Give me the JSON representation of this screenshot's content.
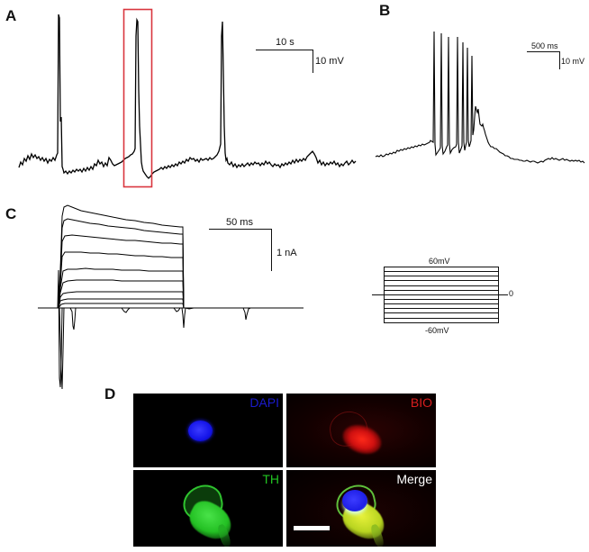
{
  "panels": {
    "A": {
      "label": "A",
      "scale_bar": {
        "time": "10 s",
        "voltage": "10 mV"
      },
      "highlight_box_color": "#d9363e",
      "trace": "spontaneous action potentials, 3 spikes"
    },
    "B": {
      "label": "B",
      "scale_bar": {
        "time": "500 ms",
        "voltage": "10 mV"
      },
      "trace": "burst of 7 spikes followed by plateau"
    },
    "C": {
      "label": "C",
      "scale_bar": {
        "time": "50 ms",
        "current": "1 nA"
      },
      "protocol": {
        "top": "60mV",
        "bottom": "-60mV",
        "holding": "0"
      }
    },
    "D": {
      "label": "D",
      "images": [
        {
          "label": "DAPI",
          "color": "#1a1aff"
        },
        {
          "label": "BIO",
          "color": "#e0201e"
        },
        {
          "label": "TH",
          "color": "#22c422"
        },
        {
          "label": "Merge",
          "color": "#ffffff"
        }
      ]
    }
  }
}
